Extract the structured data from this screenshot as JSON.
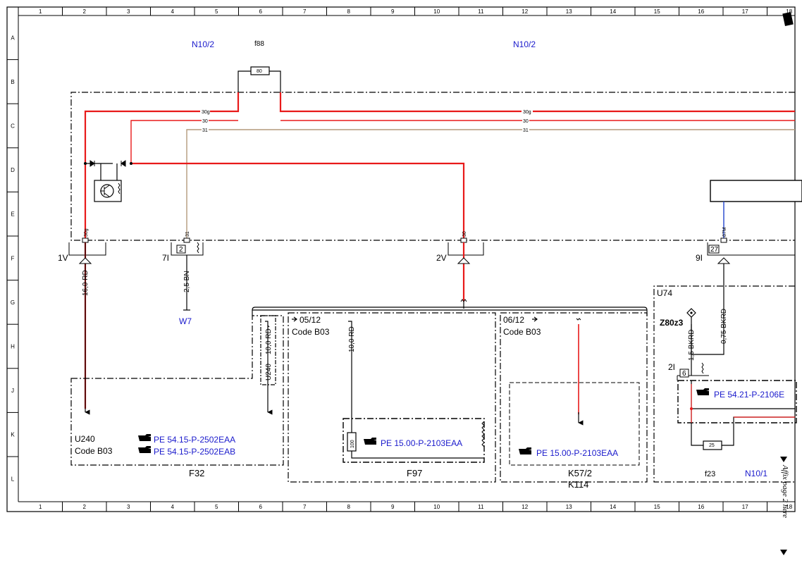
{
  "rulers": {
    "columns": [
      "1",
      "2",
      "3",
      "4",
      "5",
      "6",
      "7",
      "8",
      "9",
      "10",
      "11",
      "12",
      "13",
      "14",
      "15",
      "16",
      "17",
      "18"
    ],
    "rows": [
      "A",
      "B",
      "C",
      "D",
      "E",
      "F",
      "G",
      "H",
      "J",
      "K",
      "L"
    ]
  },
  "components": {
    "n10_2_left": "N10/2",
    "n10_2_right": "N10/2",
    "f88": "f88",
    "f88_rating": "80",
    "w7": "W7",
    "u74": "U74",
    "z80z3": "Z80z3",
    "f32": "F32",
    "f97": "F97",
    "k57_2": "K57/2",
    "k114": "K114",
    "n10_1": "N10/1",
    "f23": "f23",
    "f23_rating": "25",
    "fuse_100": "100",
    "u240": "U240",
    "u240_code": "Code B03",
    "u240_box": "U240"
  },
  "bus": {
    "line_30g_left": "30g",
    "line_30_left": "30",
    "line_31_left": "31",
    "line_30g_right": "30g",
    "line_30_right": "30",
    "line_31_right": "31"
  },
  "connectors": {
    "c1v": "1V",
    "c7i": "7I",
    "c2v": "2V",
    "c9i": "9I",
    "c2i": "2I",
    "pin_2": "2",
    "pin_27": "27",
    "pin_6": "6",
    "p_30g": "30g",
    "p_31": "31",
    "p_30": "30",
    "p_87m": "87M"
  },
  "wires": {
    "w_16rd": "16,0 RD",
    "w_25bn": "2,5 BN",
    "w_075bkrd": "0,75 BKRD",
    "w_15bkrd": "1,5 BKRD",
    "w_10rd_a": "10,0 RD",
    "w_10rd_b": "10,0 RD"
  },
  "codes": {
    "f97_date": "05/12",
    "f97_code": "Code B03",
    "k57_date": "06/12",
    "k57_code": "Code B03"
  },
  "refs": {
    "r1": "PE 54.15-P-2502EAA",
    "r2": "PE 54.15-P-2502EAB",
    "r3": "PE 15.00-P-2103EAA",
    "r4": "PE 15.00-P-2103EAA",
    "r5": "PE 54.21-P-2106E"
  },
  "margin_note": "Affix page 2 here",
  "colors": {
    "wire_red": "#e81a1a",
    "wire_brown": "#b49a7c",
    "wire_blue": "#2244cc",
    "ref_blue": "#1a1acc"
  }
}
